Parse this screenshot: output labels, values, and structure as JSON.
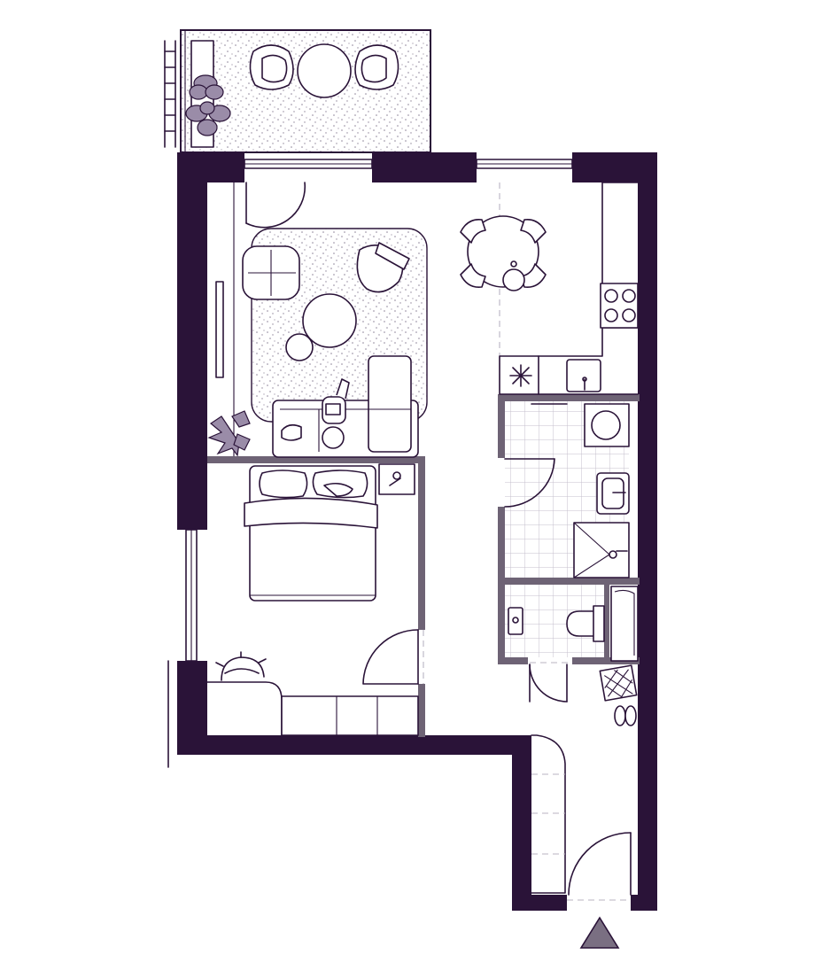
{
  "colors": {
    "wall": "#2a1338",
    "interior_wall": "#6e6375",
    "line": "#2a1338",
    "rug_dots": "#8d8398",
    "tile_grid": "#c4bfcc",
    "plant": "#9a8ca8",
    "entrance_arrow": "#7a6f82",
    "background": "#ffffff"
  },
  "rooms": [
    "balcony",
    "living-room",
    "kitchen",
    "bathroom",
    "toilet",
    "bedroom",
    "hallway"
  ],
  "icons": [
    "entrance-arrow-icon",
    "plant-icon",
    "sofa-icon",
    "bed-icon",
    "stove-icon",
    "sink-icon",
    "toilet-icon",
    "shower-icon",
    "slippers-icon",
    "doormat-icon"
  ]
}
